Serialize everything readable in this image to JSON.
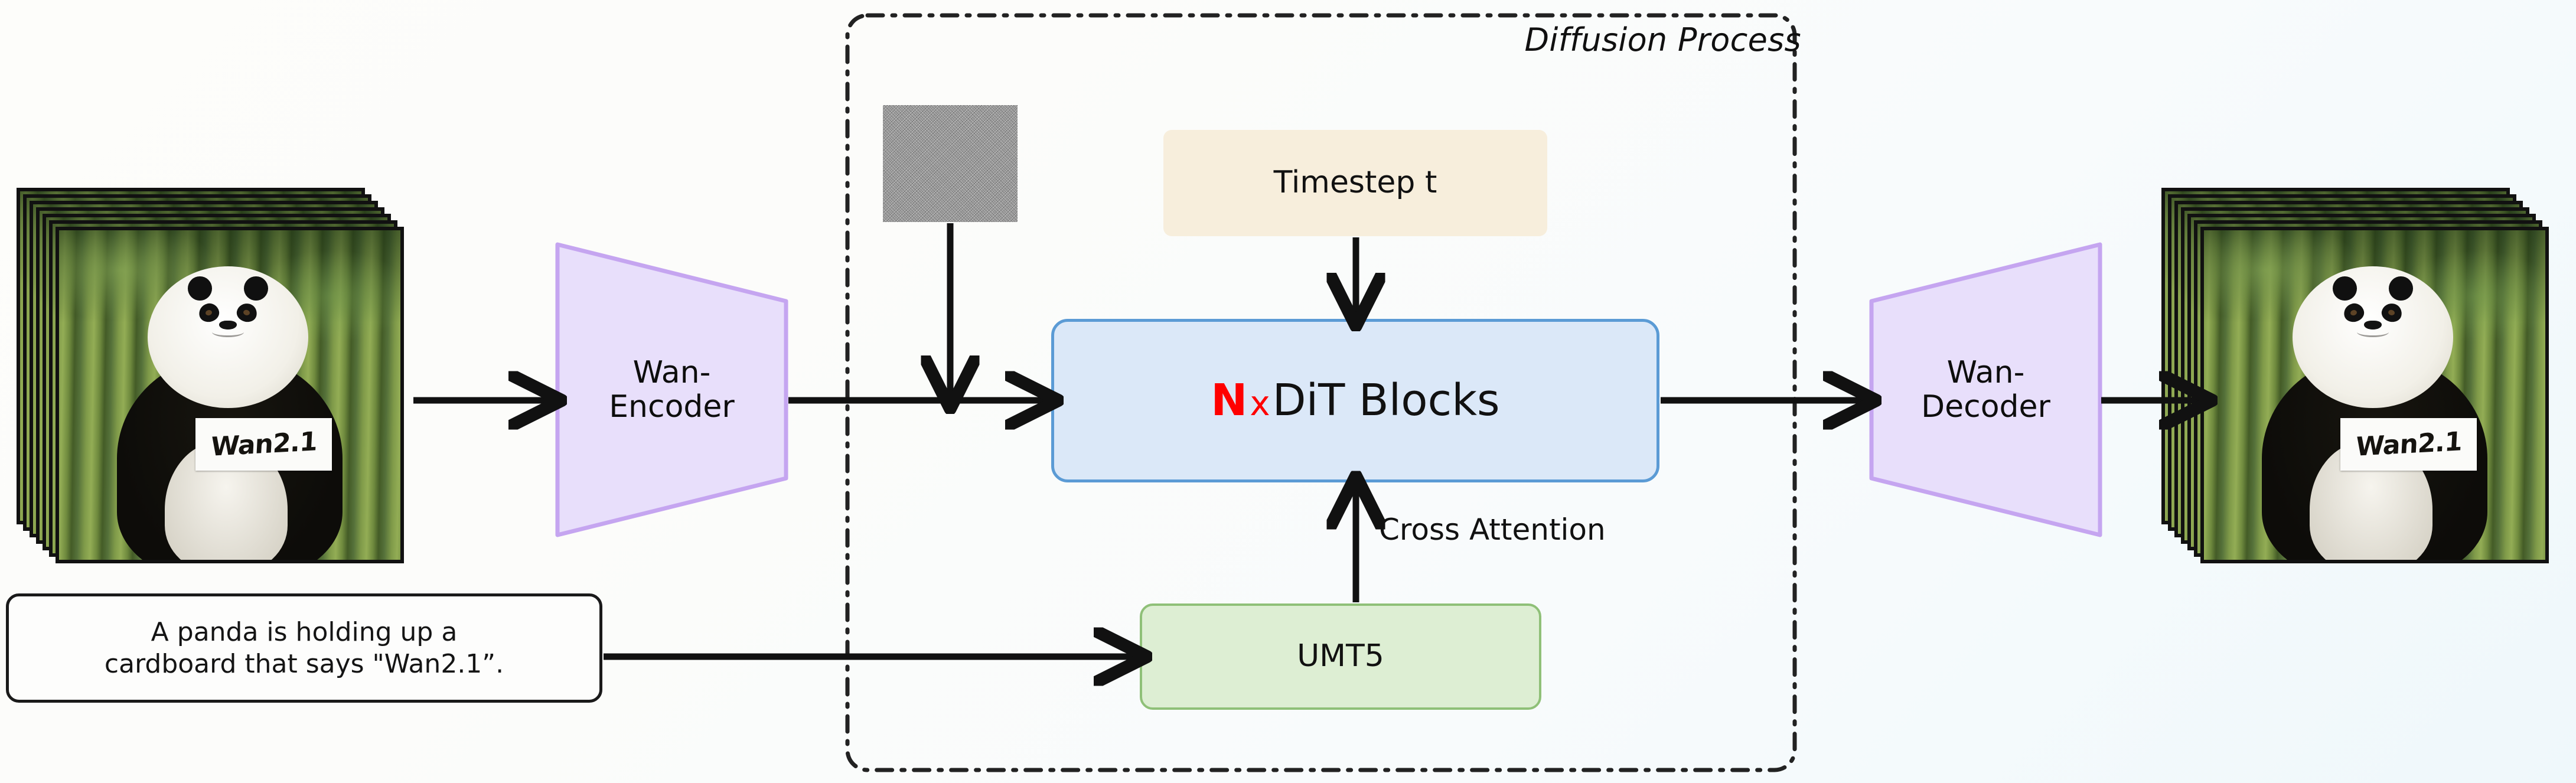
{
  "diagram": {
    "title": "Wan2.1 video diffusion model architecture",
    "background_gradient_from": "#fdfdfa",
    "background_gradient_to": "#eff8fb"
  },
  "diffusion_container": {
    "label": "Diffusion Process",
    "border_style": "dash-dot",
    "border_color": "#222222"
  },
  "input_video": {
    "frame_count": 7,
    "sign_text": "Wan2.1",
    "description": "A panda holding a cardboard sign in a bamboo forest"
  },
  "output_video": {
    "frame_count": 7,
    "sign_text": "Wan2.1",
    "description": "A panda holding a cardboard sign in a bamboo forest"
  },
  "prompt": {
    "line1": "A panda is holding up a",
    "line2": "cardboard that says \"Wan2.1”.",
    "border_color": "#1a1a1a"
  },
  "encoder": {
    "label_line1": "Wan-",
    "label_line2": "Encoder",
    "fill": "#e8dffb",
    "stroke": "#c5a5f0"
  },
  "decoder": {
    "label_line1": "Wan-",
    "label_line2": "Decoder",
    "fill": "#e8dffb",
    "stroke": "#c5a5f0"
  },
  "dit_block": {
    "multiplier": "N",
    "times": "x",
    "label": "DiT Blocks",
    "fill": "#dbe8f8",
    "stroke": "#5b9bd5",
    "multiplier_color": "#ff0000"
  },
  "timestep": {
    "label": "Timestep t",
    "fill": "#f7eedc"
  },
  "text_encoder": {
    "label": "UMT5",
    "fill": "#ddeed3",
    "stroke": "#8fc078"
  },
  "noise": {
    "label": "noise-patch",
    "description": "Gaussian noise latent"
  },
  "edges": {
    "cross_attention": "Cross Attention"
  }
}
